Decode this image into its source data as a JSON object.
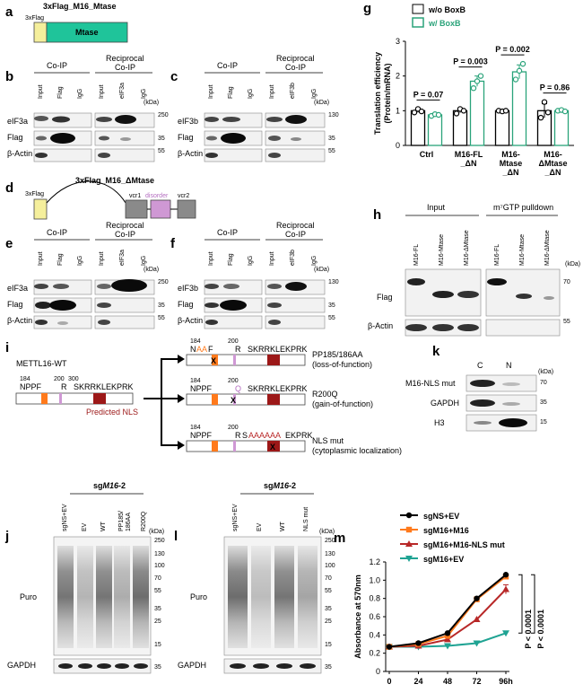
{
  "panels": {
    "a": {
      "letter": "a",
      "title": "3xFlag_M16_Mtase",
      "tag": "3xFlag",
      "domain": "Mtase"
    },
    "b": {
      "letter": "b",
      "header1": "Co-IP",
      "header2": "Reciprocal",
      "header3": "Co-IP",
      "lanes": [
        "Input",
        "Flag",
        "IgG",
        "Input",
        "eIF3a",
        "IgG"
      ],
      "rows": [
        "eIF3a",
        "Flag",
        "β-Actin"
      ],
      "kda": "(kDa)",
      "markers": [
        "250",
        "35",
        "55"
      ]
    },
    "c": {
      "letter": "c",
      "header1": "Co-IP",
      "header2": "Reciprocal",
      "header3": "Co-IP",
      "lanes": [
        "Input",
        "Flag",
        "IgG",
        "Input",
        "eIF3b",
        "IgG"
      ],
      "rows": [
        "eIF3b",
        "Flag",
        "β-Actin"
      ],
      "kda": "(kDa)",
      "markers": [
        "130",
        "35",
        "55"
      ]
    },
    "d": {
      "letter": "d",
      "title": "3xFlag_M16_ΔMtase",
      "tag": "3xFlag",
      "vcr1": "vcr1",
      "disorder": "disorder",
      "vcr2": "vcr2"
    },
    "e": {
      "letter": "e",
      "header1": "Co-IP",
      "header2": "Reciprocal",
      "header3": "Co-IP",
      "lanes": [
        "Input",
        "Flag",
        "IgG",
        "Input",
        "eIF3a",
        "IgG"
      ],
      "rows": [
        "eIF3a",
        "Flag",
        "β-Actin"
      ],
      "kda": "(kDa)",
      "markers": [
        "250",
        "35",
        "55"
      ]
    },
    "f": {
      "letter": "f",
      "header1": "Co-IP",
      "header2": "Reciprocal",
      "header3": "Co-IP",
      "lanes": [
        "Input",
        "Flag",
        "IgG",
        "Input",
        "eIF3b",
        "IgG"
      ],
      "rows": [
        "eIF3b",
        "Flag",
        "β-Actin"
      ],
      "kda": "(kDa)",
      "markers": [
        "130",
        "35",
        "55"
      ]
    },
    "g": {
      "letter": "g"
    },
    "h": {
      "letter": "h",
      "header1": "Input",
      "header2": "m⁷GTP pulldown",
      "lanes": [
        "M16-FL",
        "M16-Mtase",
        "M16-ΔMtase",
        "M16-FL",
        "M16-Mtase",
        "M16-ΔMtase"
      ],
      "rows": [
        "Flag",
        "β-Actin"
      ],
      "kda": "(kDa)",
      "markers": [
        "70",
        "55"
      ]
    },
    "i": {
      "letter": "i",
      "wt": "METTL16-WT",
      "wt_seq": "NPPF",
      "wt_r": "R",
      "wt_nls": "SKRRKLEKPRK",
      "num184": "184",
      "num200": "200",
      "num300": "300",
      "nls_label": "Predicted NLS",
      "m1_aa": "AA",
      "m1_seq_rest": "F",
      "m1_n": "N",
      "m1_r": "R",
      "m1_nls": "SKRRKLEKPRK",
      "m1_name": "PP185/186AA",
      "m1_desc": "(loss-of-function)",
      "m2_seq": "NPPF",
      "m2_q": "Q",
      "m2_nls": "SKRRKLEKPRK",
      "m2_name": "R200Q",
      "m2_desc": "(gain-of-function)",
      "m3_seq": "NPPF",
      "m3_r": "R",
      "m3_s": "S",
      "m3_a": "AAAAAA",
      "m3_rest": "EKPRK",
      "m3_name": "NLS mut",
      "m3_desc": "(cytoplasmic localization)",
      "x": "X"
    },
    "j": {
      "letter": "j",
      "group": "sgM16-2",
      "group_sg": "sg",
      "group_m": "M16",
      "group_n": "-2",
      "lanes": [
        "sgNS+EV",
        "EV",
        "WT",
        "PP185/\n186AA",
        "R200Q"
      ],
      "rows": [
        "Puro",
        "GAPDH"
      ],
      "kda": "(kDa)",
      "markers": [
        "250",
        "130",
        "100",
        "70",
        "55",
        "35",
        "25",
        "15",
        "35"
      ]
    },
    "k": {
      "letter": "k",
      "lanes": [
        "C",
        "N"
      ],
      "rows": [
        "M16-NLS mut",
        "GAPDH",
        "H3"
      ],
      "kda": "(kDa)",
      "markers": [
        "70",
        "35",
        "15"
      ]
    },
    "l": {
      "letter": "l",
      "group_sg": "sg",
      "group_m": "M16",
      "group_n": "-2",
      "lanes": [
        "sgNS+EV",
        "EV",
        "WT",
        "NLS mut"
      ],
      "rows": [
        "Puro",
        "GAPDH"
      ],
      "kda": "(kDa)",
      "markers": [
        "250",
        "130",
        "100",
        "70",
        "55",
        "35",
        "25",
        "15",
        "35"
      ]
    },
    "m": {
      "letter": "m"
    }
  },
  "colors": {
    "green": "#2aa37a",
    "mtase": "#1fc49a",
    "flag": "#f5ef9c",
    "orange": "#ff7a1c",
    "red": "#b82828",
    "teal": "#1fa393",
    "purple": "#cf98d4",
    "domain_grey": "#8a8a8a",
    "nls": "#9c1818"
  },
  "chart_data": [
    {
      "type": "bar",
      "panel": "g",
      "ylabel": "Translation efficiency\n(Protein/mRNA)",
      "ylabel1": "Translation efficiency",
      "ylabel2": "(Protein/mRNA)",
      "ylim": [
        0,
        3
      ],
      "yticks": [
        0,
        1,
        2,
        3
      ],
      "categories": [
        "Ctrl",
        "M16-FL\n_ΔN",
        "M16-\nMtase\n_ΔN",
        "M16-\nΔMtase\n_ΔN"
      ],
      "cat_lines": [
        [
          "Ctrl"
        ],
        [
          "M16-FL",
          "_ΔN"
        ],
        [
          "M16-",
          "Mtase",
          "_ΔN"
        ],
        [
          "M16-",
          "ΔMtase",
          "_ΔN"
        ]
      ],
      "series": [
        {
          "name": "w/o BoxB",
          "values": [
            1.0,
            1.0,
            1.0,
            1.0
          ],
          "points": [
            [
              0.95,
              1.05,
              0.98
            ],
            [
              0.92,
              1.05,
              1.0
            ],
            [
              1.0,
              0.98,
              1.0
            ],
            [
              0.8,
              1.25,
              0.95
            ]
          ]
        },
        {
          "name": "w/ BoxB",
          "values": [
            0.88,
            1.85,
            2.12,
            1.0
          ],
          "points": [
            [
              0.85,
              0.9,
              0.88
            ],
            [
              1.65,
              1.85,
              2.0
            ],
            [
              1.9,
              2.15,
              2.35
            ],
            [
              1.0,
              1.02,
              0.98
            ]
          ]
        }
      ],
      "errors": [
        [
          0.05,
          0.04
        ],
        [
          0.06,
          0.15
        ],
        [
          0.02,
          0.2
        ],
        [
          0.2,
          0.03
        ]
      ],
      "pvalues": [
        "P = 0.07",
        "P = 0.003",
        "P = 0.002",
        "P = 0.86"
      ],
      "legend": "top"
    },
    {
      "type": "line",
      "panel": "m",
      "ylabel": "Absorbance at 570nm",
      "ylim": [
        0,
        1.2
      ],
      "yticks": [
        "0",
        "0.2",
        "0.4",
        "0.6",
        "0.8",
        "1.0",
        "1.2"
      ],
      "x": [
        "0",
        "24",
        "48",
        "72",
        "96h"
      ],
      "series": [
        {
          "name": "sgNS+EV",
          "values": [
            0.27,
            0.31,
            0.42,
            0.8,
            1.06
          ]
        },
        {
          "name": "sgM16+M16",
          "values": [
            0.27,
            0.3,
            0.39,
            0.79,
            1.04
          ]
        },
        {
          "name": "sgM16+M16-NLS mut",
          "values": [
            0.27,
            0.28,
            0.35,
            0.57,
            0.9
          ]
        },
        {
          "name": "sgM16+EV",
          "values": [
            0.27,
            0.27,
            0.28,
            0.31,
            0.42
          ]
        }
      ],
      "error_last": 0.05,
      "pvalues": [
        "P < 0.0001",
        "P < 0.0001"
      ],
      "legend": "top-left"
    }
  ]
}
